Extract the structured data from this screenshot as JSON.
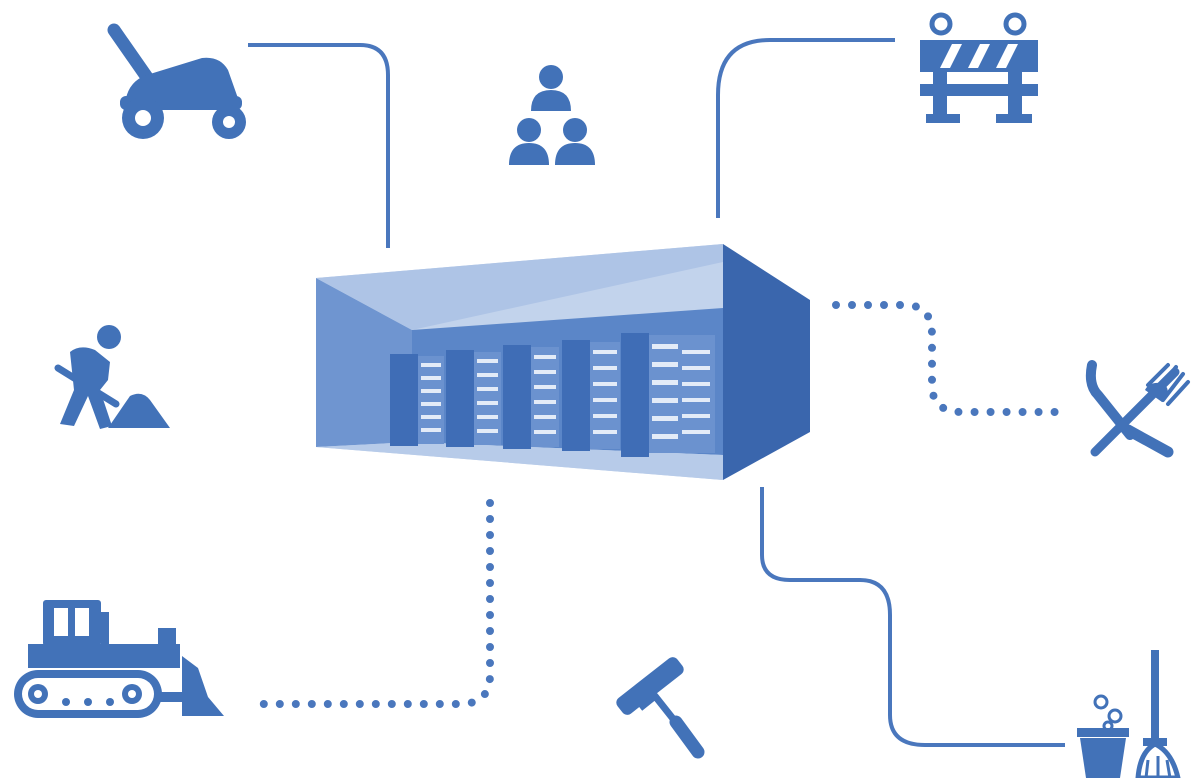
{
  "colors": {
    "primary": "#4272b8",
    "line": "#4a77bd",
    "room_back": "#c2d3ec",
    "room_side": "#6f95d0",
    "room_dark": "#3a66ad",
    "server_body": "#3f6db6",
    "server_slot": "#e3ebf7",
    "background": "#ffffff"
  },
  "icons": [
    "lawn-mower-icon",
    "team-icon",
    "road-barrier-icon",
    "construction-worker-icon",
    "restaurant-icon",
    "bulldozer-icon",
    "paint-roller-icon",
    "cleaning-icon"
  ],
  "center": "data-center-icon",
  "connectors": [
    {
      "from": "data-center-icon",
      "to": "lawn-mower-icon",
      "style": "solid"
    },
    {
      "from": "data-center-icon",
      "to": "road-barrier-icon",
      "style": "solid"
    },
    {
      "from": "data-center-icon",
      "to": "restaurant-icon",
      "style": "dotted"
    },
    {
      "from": "data-center-icon",
      "to": "cleaning-icon",
      "style": "solid"
    },
    {
      "from": "data-center-icon",
      "to": "bulldozer-icon",
      "style": "dotted"
    }
  ]
}
